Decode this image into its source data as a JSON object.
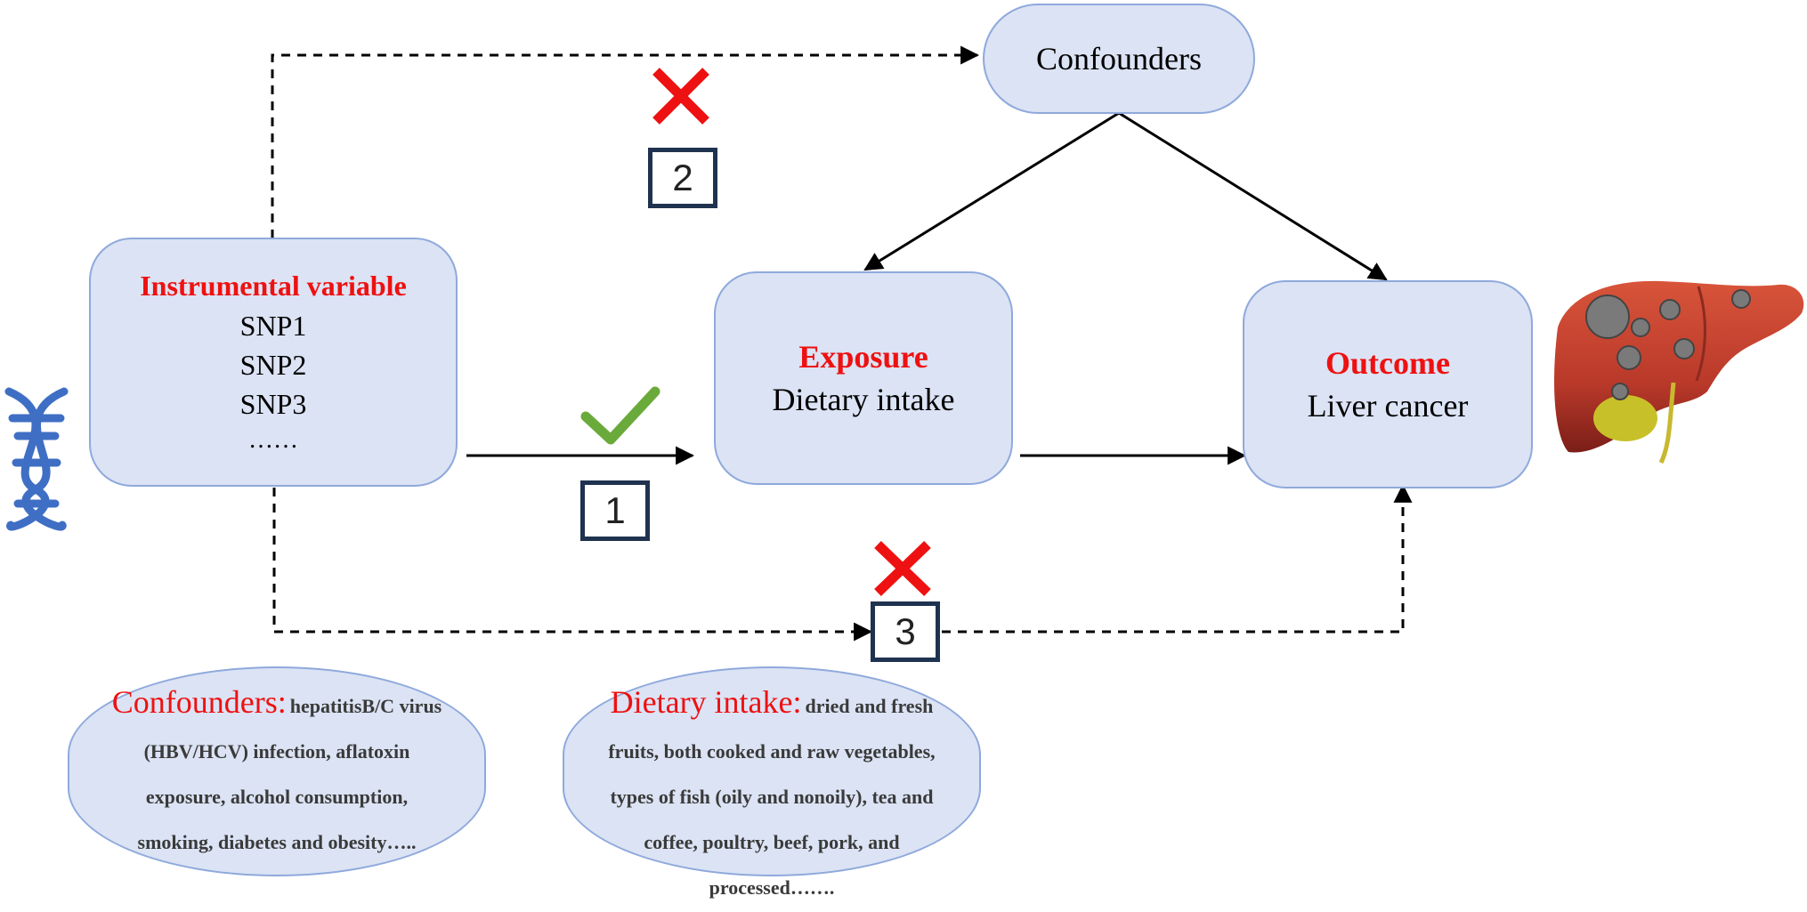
{
  "confounders_node": {
    "label": "Confounders"
  },
  "iv_node": {
    "title": "Instrumental variable",
    "items": [
      "SNP1",
      "SNP2",
      "SNP3",
      "……"
    ]
  },
  "exposure_node": {
    "title": "Exposure",
    "subtitle": "Dietary intake"
  },
  "outcome_node": {
    "title": "Outcome",
    "subtitle": "Liver cancer"
  },
  "path_labels": {
    "p1": "1",
    "p2": "2",
    "p3": "3"
  },
  "path_status": {
    "p1": "valid-check",
    "p2": "invalid-cross",
    "p3": "invalid-cross"
  },
  "confounders_note": {
    "title": "Confounders:",
    "body": "hepatitisB/C virus (HBV/HCV) infection, aflatoxin exposure, alcohol consumption, smoking, diabetes and obesity….."
  },
  "dietary_note": {
    "title": "Dietary intake:",
    "body": "dried and fresh fruits, both cooked and raw vegetables, types of fish (oily and nonoily), tea and coffee, poultry, beef, pork, and processed……."
  },
  "icons": {
    "dna": "dna-icon",
    "liver": "liver-icon",
    "check": "check-icon",
    "cross": "cross-icon"
  },
  "colors": {
    "accent_red": "#ee1111",
    "box_fill": "#dbe3f4",
    "box_border": "#8fa9dc",
    "check_green": "#6aaa3a",
    "dna_blue": "#3f6fc4"
  }
}
